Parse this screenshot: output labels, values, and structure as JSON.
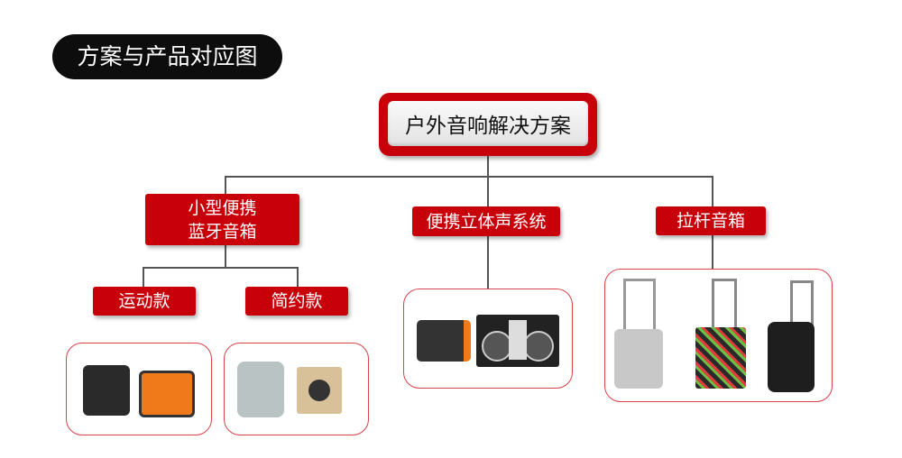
{
  "title": "方案与产品对应图",
  "root": "户外音响解决方案",
  "categories": [
    {
      "label_line1": "小型便携",
      "label_line2": "蓝牙音箱",
      "subcategories": [
        {
          "label": "运动款"
        },
        {
          "label": "简约款"
        }
      ]
    },
    {
      "label": "便携立体声系统"
    },
    {
      "label": "拉杆音箱"
    }
  ],
  "colors": {
    "accent": "#c8000a",
    "title_bg": "#0d0d0d",
    "box_border": "#d9424a"
  }
}
